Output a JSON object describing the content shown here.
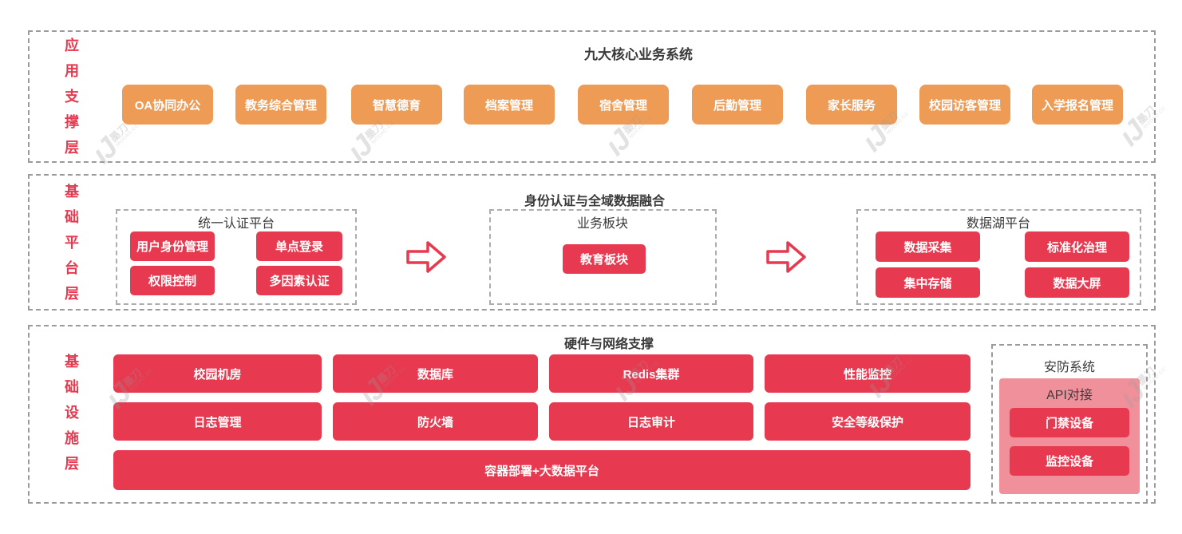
{
  "colors": {
    "red": "#E7394F",
    "orange": "#EE9B55",
    "pink_panel": "#F0909B",
    "title_text": "#3A3A3A",
    "dashed_border": "#9B9B9B"
  },
  "watermark": {
    "mark": "ıJ",
    "brand": "墨刀",
    "domain": "MODAO.CC"
  },
  "layers": [
    {
      "label": "应用支撑层",
      "title": "九大核心业务系统",
      "buttons": [
        "OA协同办公",
        "教务综合管理",
        "智慧德育",
        "档案管理",
        "宿舍管理",
        "后勤管理",
        "家长服务",
        "校园访客管理",
        "入学报名管理"
      ]
    },
    {
      "label": "基础平台层",
      "title": "身份认证与全域数据融合",
      "groups": [
        {
          "title": "统一认证平台",
          "buttons": [
            "用户身份管理",
            "单点登录",
            "权限控制",
            "多因素认证"
          ]
        },
        {
          "title": "业务板块",
          "buttons": [
            "教育板块"
          ]
        },
        {
          "title": "数据湖平台",
          "buttons": [
            "数据采集",
            "标准化治理",
            "集中存储",
            "数据大屏"
          ]
        }
      ]
    },
    {
      "label": "基础设施层",
      "title": "硬件与网络支撑",
      "row1": [
        "校园机房",
        "数据库",
        "Redis集群",
        "性能监控"
      ],
      "row2": [
        "日志管理",
        "防火墙",
        "日志审计",
        "安全等级保护"
      ],
      "wide": "容器部署+大数据平台",
      "security": {
        "title": "安防系统",
        "panel": "API对接",
        "buttons": [
          "门禁设备",
          "监控设备"
        ]
      }
    }
  ]
}
